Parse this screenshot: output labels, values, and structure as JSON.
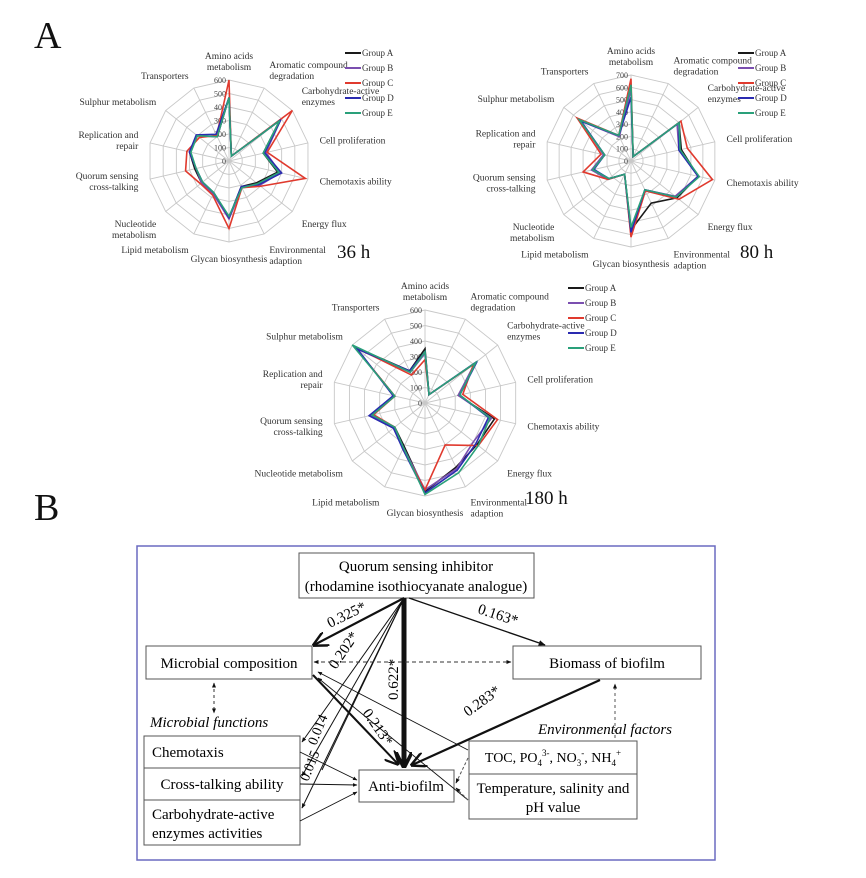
{
  "panels": {
    "a_label": "A",
    "b_label": "B"
  },
  "chart_data": [
    {
      "type": "radar",
      "title": "36 h",
      "axes": [
        "Amino acids metabolism",
        "Aromatic compound degradation",
        "Carbohydrate-active enzymes",
        "Cell proliferation",
        "Chemotaxis ability",
        "Energy flux",
        "Environmental adaption",
        "Glycan biosynthesis",
        "Lipid metabolism",
        "Nucleotide metabolism",
        "Quorum sensing cross-talking",
        "Replication and repair",
        "Sulphur metabolism",
        "Transporters"
      ],
      "axis_labels": [
        [
          "Amino acids",
          "metabolism"
        ],
        [
          "Aromatic compound",
          "degradation"
        ],
        [
          "Carbohydrate-active",
          "enzymes"
        ],
        [
          "Cell proliferation"
        ],
        [
          "Chemotaxis ability"
        ],
        [
          "Energy flux"
        ],
        [
          "Environmental",
          "adaption"
        ],
        [
          "Glycan biosynthesis"
        ],
        [
          "Lipid metabolism"
        ],
        [
          "Nucleotide",
          "metabolism"
        ],
        [
          "Quorum sensing",
          "cross-talking"
        ],
        [
          "Replication and",
          "repair"
        ],
        [
          "Sulphur metabolism"
        ],
        [
          "Transporters"
        ]
      ],
      "ticks": [
        0,
        100,
        200,
        300,
        400,
        500,
        600
      ],
      "rmax": 600,
      "legend": "top-right",
      "series": [
        {
          "name": "Group A",
          "color": "#1a1a1a",
          "values": [
            470,
            40,
            480,
            260,
            370,
            260,
            210,
            420,
            270,
            260,
            260,
            300,
            300,
            200
          ]
        },
        {
          "name": "Group B",
          "color": "#7b4fb0",
          "values": [
            470,
            40,
            490,
            280,
            390,
            290,
            220,
            430,
            270,
            260,
            250,
            300,
            300,
            200
          ]
        },
        {
          "name": "Group C",
          "color": "#e03a2e",
          "values": [
            600,
            40,
            600,
            290,
            580,
            300,
            220,
            500,
            280,
            270,
            330,
            320,
            280,
            210
          ]
        },
        {
          "name": "Group D",
          "color": "#2a2ab0",
          "values": [
            470,
            40,
            490,
            270,
            400,
            280,
            210,
            420,
            260,
            250,
            250,
            300,
            310,
            220
          ]
        },
        {
          "name": "Group E",
          "color": "#2aa07a",
          "values": [
            470,
            40,
            480,
            260,
            380,
            270,
            220,
            410,
            260,
            250,
            250,
            290,
            300,
            200
          ]
        }
      ]
    },
    {
      "type": "radar",
      "title": "80 h",
      "axes": [
        "Amino acids metabolism",
        "Aromatic compound degradation",
        "Carbohydrate-active enzymes",
        "Cell proliferation",
        "Chemotaxis ability",
        "Energy flux",
        "Environmental adaption",
        "Glycan biosynthesis",
        "Lipid metabolism",
        "Nucleotide metabolism",
        "Quorum sensing cross-talking",
        "Replication and repair",
        "Sulphur metabolism",
        "Transporters"
      ],
      "axis_labels": [
        [
          "Amino acids",
          "metabolism"
        ],
        [
          "Aromatic compound",
          "degradation"
        ],
        [
          "Carbohydrate-active",
          "enzymes"
        ],
        [
          "Cell proliferation"
        ],
        [
          "Chemotaxis ability"
        ],
        [
          "Energy flux"
        ],
        [
          "Environmental",
          "adaption"
        ],
        [
          "Glycan biosynthesis"
        ],
        [
          "Lipid metabolism"
        ],
        [
          "Nucleotide",
          "metabolism"
        ],
        [
          "Quorum sensing",
          "cross-talking"
        ],
        [
          "Replication and",
          "repair"
        ],
        [
          "Sulphur metabolism"
        ],
        [
          "Transporters"
        ]
      ],
      "ticks": [
        0,
        100,
        200,
        300,
        400,
        500,
        600,
        700
      ],
      "rmax": 700,
      "legend": "top-right",
      "series": [
        {
          "name": "Group A",
          "color": "#1a1a1a",
          "values": [
            600,
            40,
            500,
            420,
            560,
            480,
            380,
            560,
            120,
            230,
            320,
            220,
            530,
            230
          ]
        },
        {
          "name": "Group B",
          "color": "#7b4fb0",
          "values": [
            580,
            40,
            480,
            400,
            560,
            460,
            260,
            600,
            120,
            240,
            330,
            230,
            520,
            220
          ]
        },
        {
          "name": "Group C",
          "color": "#e03a2e",
          "values": [
            670,
            40,
            520,
            470,
            680,
            500,
            270,
            620,
            120,
            240,
            400,
            250,
            560,
            230
          ]
        },
        {
          "name": "Group D",
          "color": "#2a2ab0",
          "values": [
            520,
            40,
            500,
            400,
            560,
            470,
            260,
            580,
            120,
            230,
            310,
            220,
            520,
            230
          ]
        },
        {
          "name": "Group E",
          "color": "#2aa07a",
          "values": [
            620,
            40,
            500,
            410,
            570,
            470,
            260,
            540,
            120,
            230,
            320,
            220,
            540,
            230
          ]
        }
      ]
    },
    {
      "type": "radar",
      "title": "180 h",
      "axes": [
        "Amino acids metabolism",
        "Aromatic compound degradation",
        "Carbohydrate-active enzymes",
        "Cell proliferation",
        "Chemotaxis ability",
        "Energy flux",
        "Environmental adaption",
        "Glycan biosynthesis",
        "Lipid metabolism",
        "Nucleotide metabolism",
        "Quorum sensing cross-talking",
        "Replication and repair",
        "Sulphur metabolism",
        "Transporters"
      ],
      "axis_labels": [
        [
          "Amino acids",
          "metabolism"
        ],
        [
          "Aromatic compound",
          "degradation"
        ],
        [
          "Carbohydrate-active",
          "enzymes"
        ],
        [
          "Cell proliferation"
        ],
        [
          "Chemotaxis ability"
        ],
        [
          "Energy flux"
        ],
        [
          "Environmental",
          "adaption"
        ],
        [
          "Glycan biosynthesis"
        ],
        [
          "Lipid metabolism"
        ],
        [
          "Nucleotide metabolism"
        ],
        [
          "Quorum sensing",
          "cross-talking"
        ],
        [
          "Replication and",
          "repair"
        ],
        [
          "Sulphur metabolism"
        ],
        [
          "Transporters"
        ]
      ],
      "ticks": [
        0,
        100,
        200,
        300,
        400,
        500,
        600
      ],
      "rmax": 600,
      "legend": "top-right",
      "series": [
        {
          "name": "Group A",
          "color": "#1a1a1a",
          "values": [
            350,
            60,
            420,
            220,
            460,
            430,
            460,
            570,
            310,
            250,
            360,
            200,
            580,
            230
          ]
        },
        {
          "name": "Group B",
          "color": "#7b4fb0",
          "values": [
            320,
            60,
            410,
            220,
            440,
            400,
            470,
            560,
            320,
            260,
            360,
            210,
            560,
            220
          ]
        },
        {
          "name": "Group C",
          "color": "#e03a2e",
          "values": [
            280,
            60,
            400,
            250,
            480,
            440,
            300,
            560,
            330,
            250,
            340,
            200,
            580,
            200
          ]
        },
        {
          "name": "Group D",
          "color": "#2a2ab0",
          "values": [
            330,
            60,
            430,
            230,
            420,
            420,
            480,
            580,
            330,
            260,
            370,
            210,
            560,
            230
          ]
        },
        {
          "name": "Group E",
          "color": "#2aa07a",
          "values": [
            330,
            60,
            420,
            230,
            430,
            440,
            500,
            590,
            320,
            250,
            350,
            200,
            600,
            220
          ]
        }
      ]
    }
  ],
  "diagram": {
    "nodes": {
      "qsi_line1": "Quorum sensing inhibitor",
      "qsi_line2": "(rhodamine isothiocyanate analogue)",
      "microbial_composition": "Microbial composition",
      "biomass": "Biomass of biofilm",
      "microbial_functions": "Microbial functions",
      "environmental_factors": "Environmental factors",
      "chemotaxis": "Chemotaxis",
      "cross_talking": "Cross-talking ability",
      "carb_line1": "Carbohydrate-active",
      "carb_line2": "enzymes activities",
      "anti_biofilm": "Anti-biofilm",
      "env1_toc": "TOC, PO",
      "env1_po_sub": "4",
      "env1_po_sup": "3-",
      "env1_no": ", NO",
      "env1_no_sub": "3",
      "env1_no_sup": "-",
      "env1_nh": ", NH",
      "env1_nh_sub": "4",
      "env1_nh_sup": "+",
      "env2_line1": "Temperature, salinity and",
      "env2_line2": "pH value"
    },
    "coefficients": {
      "qsi_to_composition": "0.325*",
      "qsi_to_biomass": "0.163*",
      "qsi_to_antibiofilm": "0.622*",
      "qsi_to_composition_2": "0.202*",
      "composition_to_antibiofilm": "0.213*",
      "biomass_to_antibiofilm": "0.283*",
      "qsi_to_chemotaxis": "0.014",
      "qsi_to_carb": "0.015"
    }
  }
}
